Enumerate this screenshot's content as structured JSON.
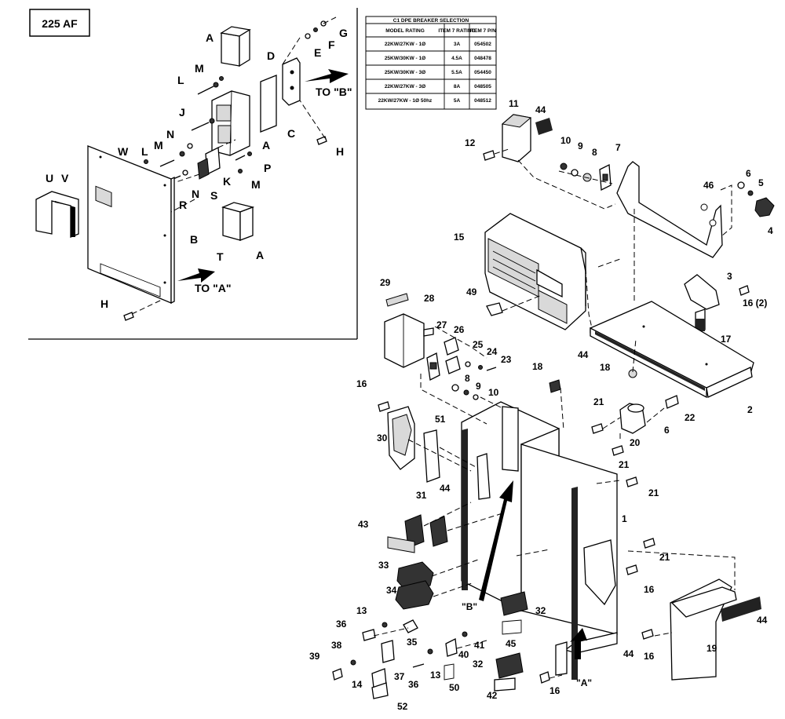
{
  "diagram_title": "225 AF",
  "table": {
    "title": "C1 DPE BREAKER SELECTION",
    "headers": [
      "MODEL RATING",
      "ITEM 7 RATING",
      "ITEM 7 P/N"
    ],
    "rows": [
      [
        "22KW/27KW - 1Ø",
        "3A",
        "054502"
      ],
      [
        "25KW/30KW - 1Ø",
        "4.5A",
        "048478"
      ],
      [
        "25KW/30KW - 3Ø",
        "5.5A",
        "054450"
      ],
      [
        "22KW/27KW - 3Ø",
        "8A",
        "048505"
      ],
      [
        "22KW/27KW - 1Ø 50hz",
        "5A",
        "048512"
      ]
    ]
  },
  "inset_labels": {
    "A1": "A",
    "M1": "M",
    "L1": "L",
    "J": "J",
    "D": "D",
    "G": "G",
    "E": "E",
    "F": "F",
    "to_b": "TO \"B\"",
    "C": "C",
    "H1": "H",
    "A2": "A",
    "N1": "N",
    "M2": "M",
    "L2": "L",
    "W": "W",
    "P": "P",
    "M3": "M",
    "K": "K",
    "S": "S",
    "N2": "N",
    "R": "R",
    "U": "U",
    "V": "V",
    "B": "B",
    "T": "T",
    "A3": "A",
    "to_a": "TO \"A\"",
    "H2": "H"
  },
  "callouts": [
    "11",
    "44",
    "12",
    "10",
    "9",
    "8",
    "7",
    "6",
    "5",
    "46",
    "4",
    "15",
    "3",
    "29",
    "28",
    "49",
    "16 (2)",
    "27",
    "26",
    "25",
    "24",
    "23",
    "17",
    "44",
    "18",
    "18",
    "2",
    "16",
    "8",
    "9",
    "10",
    "21",
    "22",
    "30",
    "51",
    "20",
    "6",
    "21",
    "21",
    "31",
    "44",
    "21",
    "1",
    "43",
    "33",
    "34",
    "16",
    "\"B\"",
    "32",
    "13",
    "36",
    "35",
    "41",
    "44",
    "45",
    "39",
    "38",
    "37",
    "13",
    "40",
    "32",
    "44",
    "19",
    "16",
    "14",
    "36",
    "50",
    "42",
    "16",
    "\"A\"",
    "52"
  ]
}
